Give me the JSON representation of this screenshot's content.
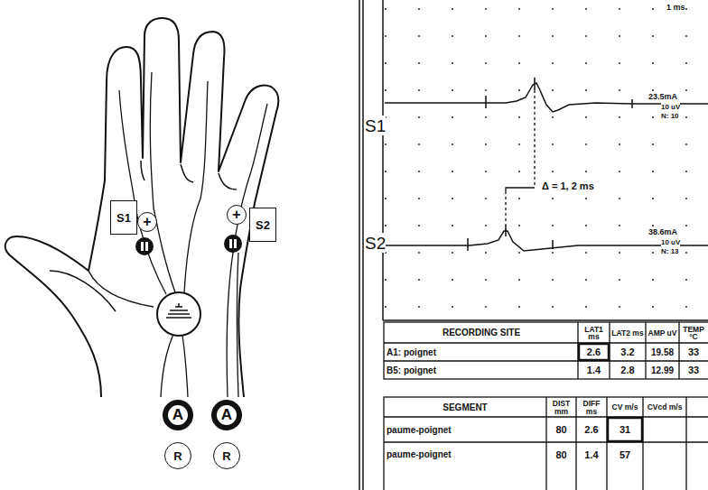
{
  "diagram": {
    "nodes": [
      {
        "text": [
          "S1"
        ]
      },
      {
        "text": [
          "+"
        ]
      },
      {
        "text": [
          "S2"
        ]
      },
      {
        "text": [
          "+"
        ]
      },
      {
        "text": [
          "A"
        ]
      },
      {
        "text": [
          "A"
        ]
      },
      {
        "text": [
          "R"
        ]
      },
      {
        "text": [
          "R"
        ]
      }
    ],
    "labels": [
      "1 ms",
      "S1",
      "Δ = 1, 2 ms",
      "23.5mA",
      "10 uV",
      "N: 10",
      "S2",
      "38.6mA",
      "10 uV",
      "N: 13",
      "RECORDING SITE",
      "LAT1 ms",
      "LAT2 ms",
      "AMP uV",
      "TEMP °C",
      "A1: poignet",
      "2.6",
      "3.2",
      "19.58",
      "33",
      "B5: poignet",
      "1.4",
      "2.8",
      "12.99",
      "33",
      "SEGMENT",
      "DIST mm",
      "DIFF ms",
      "CV m/s",
      "CVcd m/s",
      "paume-poignet",
      "80",
      "2.6",
      "31",
      "paume-poignet",
      "80",
      "1.4",
      "57"
    ]
  }
}
